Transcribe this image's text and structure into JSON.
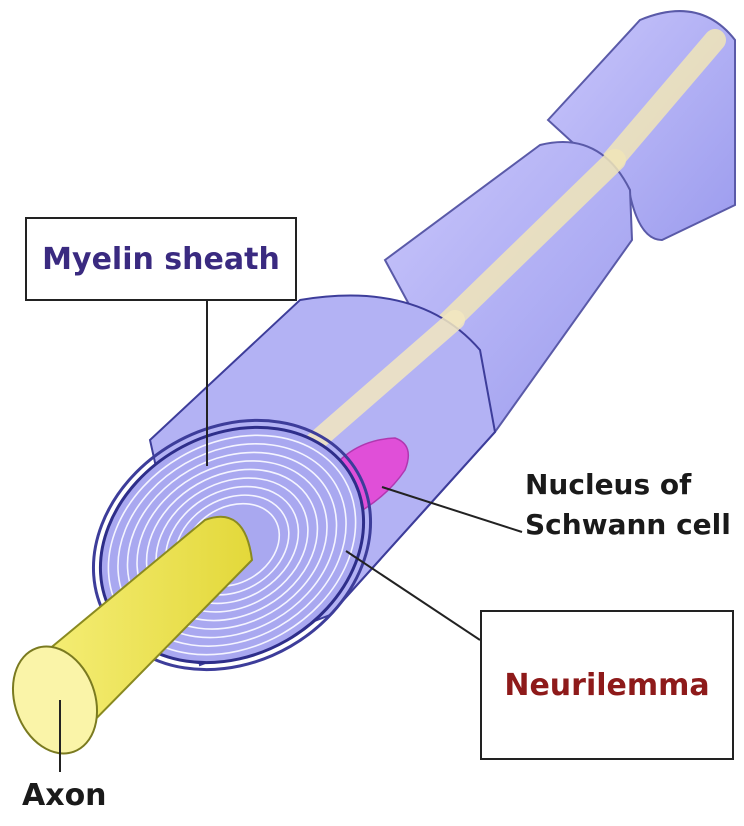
{
  "labels": {
    "myelin": "Myelin sheath",
    "nucleus_line1": "Nucleus of",
    "nucleus_line2": "Schwann cell",
    "neurilemma": "Neurilemma",
    "axon": "Axon"
  },
  "colors": {
    "myelin_label": "#3a2a80",
    "neurilemma_label": "#8e1a1a",
    "text": "#1a1a1a",
    "myelin_fill": "#a9a8f0",
    "axon_fill": "#f2ea5a",
    "nucleus": "#e04fd8"
  }
}
